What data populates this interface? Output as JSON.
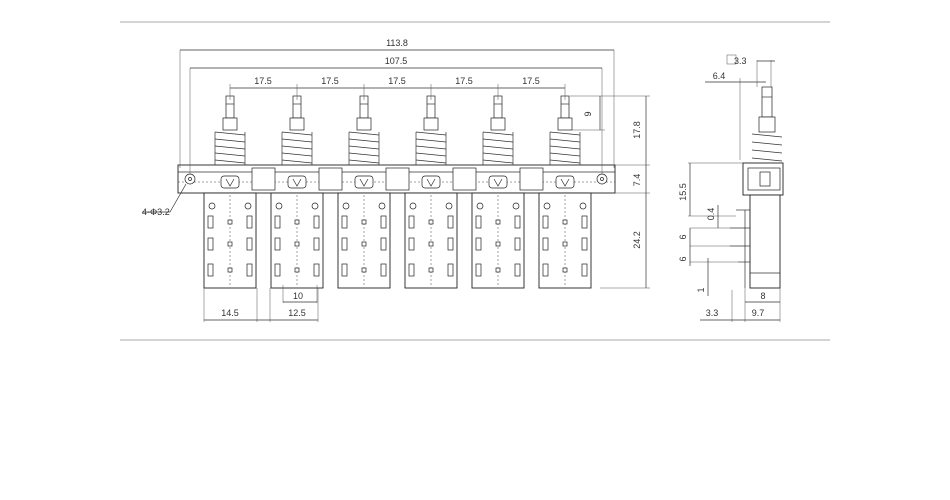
{
  "dimensions": {
    "overall_width": "113.8",
    "hole_span": "107.5",
    "pitch": [
      "17.5",
      "17.5",
      "17.5",
      "17.5",
      "17.5"
    ],
    "stroke": "9",
    "plunger_height": "17.8",
    "bracket_height": "7.4",
    "body_height": "24.2",
    "hole_callout": "4-Φ3.2",
    "module_width": "14.5",
    "module_gap": "12.5",
    "pin_spacing": "10",
    "side_cap_width": "3.3",
    "side_plunger_offset": "6.4",
    "side_upper_height": "15.5",
    "side_pin_thickness": "0.4",
    "side_pin_row_a": "6",
    "side_pin_row_b": "6",
    "side_pin_tip": "1",
    "side_base_height": "8",
    "side_bottom_left": "3.3",
    "side_bottom_right": "9.7"
  },
  "switch_count": 6
}
